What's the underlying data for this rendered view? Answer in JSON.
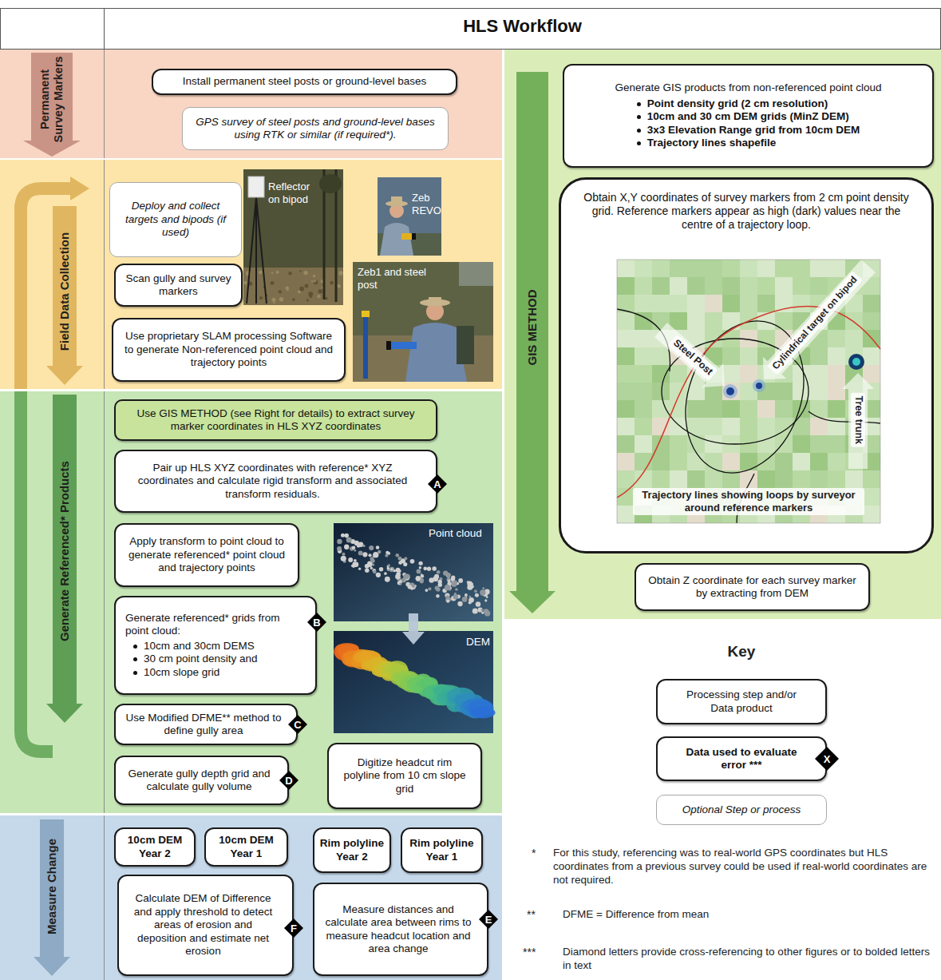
{
  "diagram": {
    "title": "HLS Workflow",
    "nodes": [
      {
        "text": [
          "Permanent Survey Markers"
        ]
      },
      {
        "text": [
          "Install permanent steel posts or ground-level bases"
        ],
        "in": 0
      },
      {
        "text": [
          "GPS survey of steel posts and ground-level bases using RTK or similar (if required*)."
        ],
        "in": 0
      },
      {
        "text": [
          "Field Data Collection"
        ]
      },
      {
        "text": [
          "Deploy and collect targets and bipods (if used)"
        ],
        "in": 3
      },
      {
        "text": [
          "Scan gully and survey markers"
        ],
        "in": 3
      },
      {
        "text": [
          "Use proprietary SLAM processing Software to generate Non-referenced point cloud and trajectory points"
        ],
        "in": 3
      },
      {
        "text": [
          "Generate Referenced* Products"
        ]
      },
      {
        "text": [
          "Use GIS METHOD (see Right for details) to extract survey marker coordinates in HLS XYZ coordinates"
        ],
        "in": 7
      },
      {
        "text": [
          "Pair up HLS XYZ coordinates with reference* XYZ coordinates and calculate rigid transform and associated transform residuals."
        ],
        "in": 7
      },
      {
        "text": [
          "A"
        ],
        "in": 9
      },
      {
        "text": [
          "Apply transform to point cloud to generate referenced* point cloud and trajectory points"
        ],
        "in": 7
      },
      {
        "text": [
          "Generate referenced* grids from point cloud:",
          "10cm and 30cm DEMS",
          "30 cm point density and",
          "10cm slope grid"
        ],
        "in": 7
      },
      {
        "text": [
          "B"
        ],
        "in": 12
      },
      {
        "text": [
          "Use Modified DFME** method to define gully area"
        ],
        "in": 7
      },
      {
        "text": [
          "C"
        ],
        "in": 14
      },
      {
        "text": [
          "Generate gully depth grid and calculate gully volume"
        ],
        "in": 7
      },
      {
        "text": [
          "D"
        ],
        "in": 16
      },
      {
        "text": [
          "Digitize headcut rim polyline from 10 cm slope grid"
        ],
        "in": 7
      },
      {
        "text": [
          "Measure Change"
        ]
      },
      {
        "text": [
          "10cm DEM Year 2"
        ],
        "in": 19
      },
      {
        "text": [
          "10cm DEM Year 1"
        ],
        "in": 19
      },
      {
        "text": [
          "Rim polyline Year 2"
        ],
        "in": 19
      },
      {
        "text": [
          "Rim polyline Year 1"
        ],
        "in": 19
      },
      {
        "text": [
          "Calculate DEM of Difference and apply threshold to detect areas of erosion and deposition and estimate net erosion"
        ],
        "in": 19
      },
      {
        "text": [
          "F"
        ],
        "in": 24
      },
      {
        "text": [
          "Measure distances and calculate area between rims to measure headcut location and area change"
        ],
        "in": 19
      },
      {
        "text": [
          "E"
        ],
        "in": 26
      },
      {
        "text": [
          "GIS METHOD"
        ]
      },
      {
        "text": [
          "Generate GIS products from non-referenced point cloud",
          "Point density grid (2 cm resolution)",
          "10cm and 30 cm DEM grids (MinZ DEM)",
          "3x3 Elevation Range grid from 10cm DEM",
          "Trajectory lines shapefile"
        ],
        "in": 28
      },
      {
        "text": [
          "Obtain X,Y coordinates of survey markers from 2 cm point density grid. Reference markers appear as high (dark) values near the centre of a trajectory loop."
        ],
        "in": 28
      },
      {
        "text": [
          "Obtain Z coordinate for each survey marker by extracting from DEM"
        ],
        "in": 28
      },
      {
        "text": [
          "Processing step and/or Data product"
        ]
      },
      {
        "text": [
          "Data used to evaluate error ***"
        ]
      },
      {
        "text": [
          "X"
        ],
        "in": 33
      },
      {
        "text": [
          "Optional Step or process"
        ]
      }
    ],
    "labels": [
      "Reflector on bipod",
      "Zeb REVO",
      "Zeb1 and steel post",
      "Point cloud",
      "DEM",
      "Steel Post",
      "Cylindrical target on bipod",
      "Tree trunk",
      "Trajectory lines showing loops by surveyor around reference markers",
      "Key",
      "*",
      "For this study, referencing was to real-world GPS coordinates but HLS coordinates from a previous survey could be used if real-world coordinates are not required.",
      "**",
      "DFME = Difference from mean",
      "***",
      "Diamond letters provide cross-referencing to other figures or to bolded letters in text"
    ]
  }
}
